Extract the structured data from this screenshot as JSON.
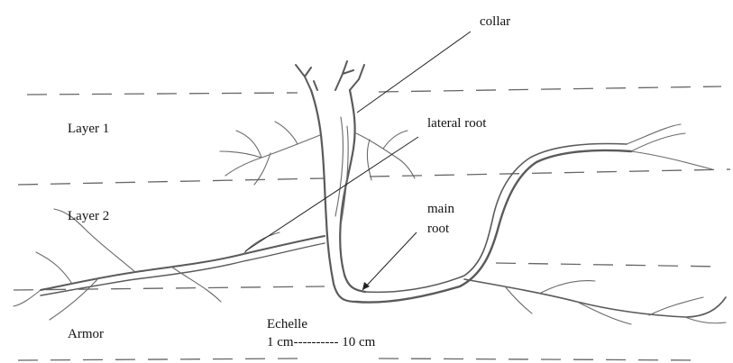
{
  "labels": {
    "collar": "collar",
    "lateral_root": "lateral root",
    "main_root_line1": "main",
    "main_root_line2": "root",
    "layer1": "Layer 1",
    "layer2": "Layer 2",
    "armor": "Armor",
    "scale_title": "Echelle",
    "scale_text": "1 cm---------- 10 cm"
  }
}
